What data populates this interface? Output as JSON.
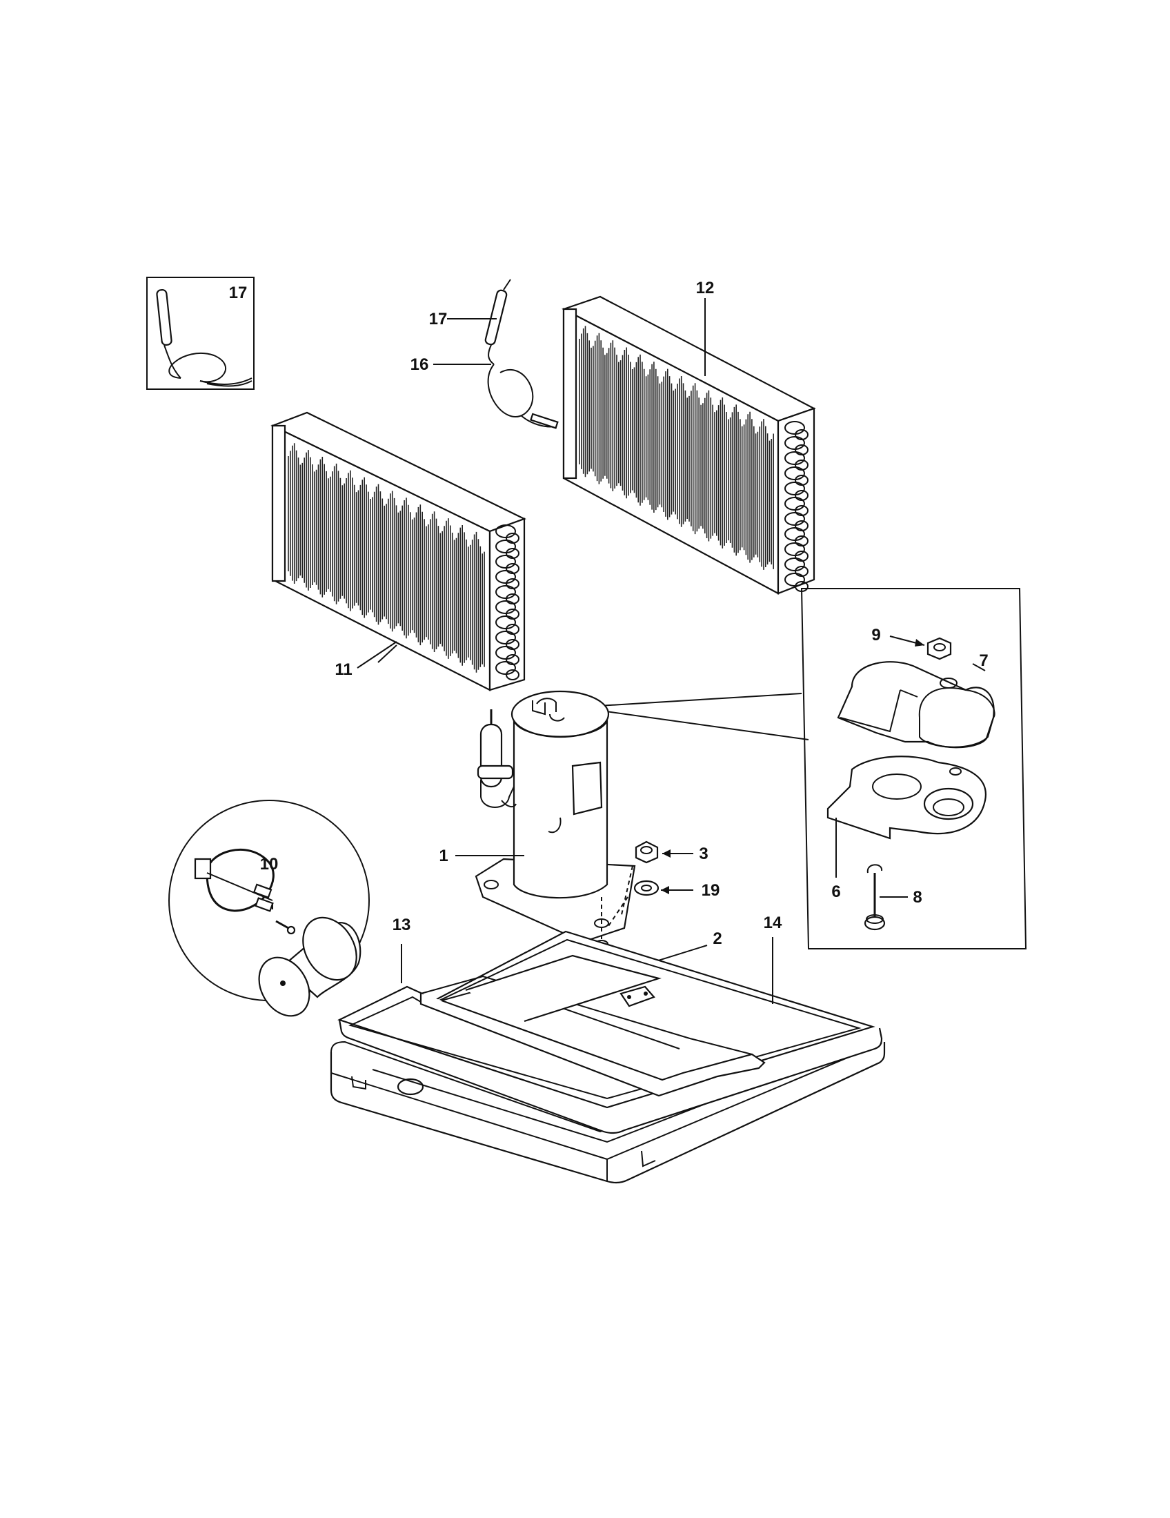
{
  "callouts": {
    "c1": "1",
    "c2": "2",
    "c3": "3",
    "c6": "6",
    "c7": "7",
    "c8": "8",
    "c9": "9",
    "c10": "10",
    "c11": "11",
    "c12": "12",
    "c13": "13",
    "c14": "14",
    "c16": "16",
    "c17_inset": "17",
    "c17": "17",
    "c19": "19"
  },
  "colors": {
    "ink": "#111111",
    "paper": "#ffffff"
  }
}
